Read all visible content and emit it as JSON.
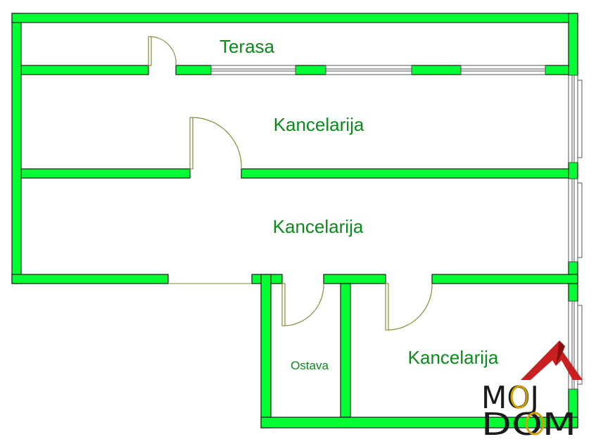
{
  "floor_plan": {
    "rooms": {
      "terasa": "Terasa",
      "office_top": "Kancelarija",
      "office_middle": "Kancelarija",
      "storage": "Ostava",
      "office_bottom": "Kancelarija"
    },
    "logo": {
      "line1": "MOJ",
      "line2": "DOM"
    }
  },
  "colors": {
    "wall": "#00ff33",
    "wall_outline": "#1a1a1a",
    "label": "#0a8a1a",
    "door": "#8a8a3a",
    "logo_roof": "#c82020",
    "logo_ring": "#d4a000"
  }
}
